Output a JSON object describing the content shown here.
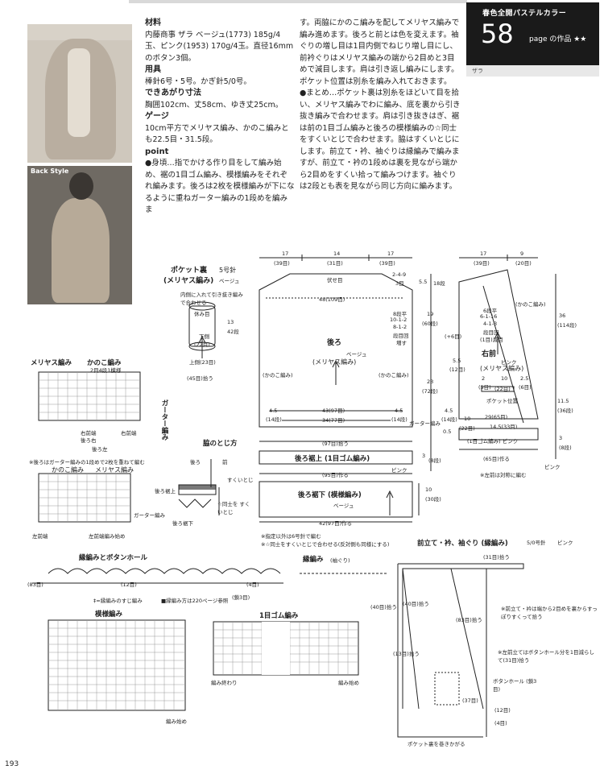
{
  "header": {
    "series": "春色全開パステルカラー",
    "page_number": "58",
    "page_suffix": "page の作品 ★★",
    "yarn_tag": "ザラ"
  },
  "photos": {
    "back_label": "Back Style"
  },
  "instructions": {
    "materials_heading": "材料",
    "materials_text": "内藤商事 ザラ ベージュ(1773) 185g/4玉、ピンク(1953) 170g/4玉。直径16mmのボタン3個。",
    "tools_heading": "用具",
    "tools_text": "棒針6号・5号。かぎ針5/0号。",
    "size_heading": "できあがり寸法",
    "size_text": "胸囲102cm、丈58cm、ゆき丈25cm。",
    "gauge_heading": "ゲージ",
    "gauge_text": "10cm平方でメリヤス編み、かのこ編みとも22.5目・31.5段。",
    "point_heading": "point",
    "point_body": "●身頃…指でかける作り目をして編み始め、裾の1目ゴム編み、模様編みをそれぞれ編みます。後ろは2枚を模様編みが下になるように重ねガーター編みの1段めを編みま",
    "col2_text": "す。両脇にかのこ編みを配してメリヤス編みで編み進めます。後ろと前とは色を変えます。袖ぐりの増し目は1目内側でねじり増し目にし、前衿ぐりはメリヤス編みの端から2目めと3目めで減目します。肩は引き返し編みにします。ポケット位置は別糸を編み入れておきます。",
    "col2_text2": "●まとめ…ポケット裏は別糸をほどいて目を拾い、メリヤス編みでわに編み、底を裏から引き抜き編みで合わせます。肩は引き抜きはぎ、裾は前の1目ゴム編みと後ろの模様編みの☆同士をすくいとじで合わせます。脇はすくいとじにします。前立て・衿、袖ぐりは縁編みで編みますが、前立て・衿の1段めは裏を見ながら端から2目めをすくい拾って編みつけます。袖ぐりは2段とも表を見ながら同じ方向に編みます。"
  },
  "diagrams": {
    "pocket_title": "ポケット裏",
    "pocket_subtitle": "(メリヤス編み)",
    "pocket_needle": "5号針",
    "pocket_color": "ベージュ",
    "pocket_note": "内側に入れて引き抜き編みで合わせる",
    "pocket_rest": "休み目",
    "pocket_bottom": "下側",
    "pocket_bottom_rows": "(22目)",
    "pocket_top": "上側(23目)",
    "pocket_pick": "(45目)拾う",
    "pocket_h1": "13",
    "pocket_h2": "42段",
    "back_title": "後ろ",
    "back_color": "ベージュ",
    "back_stitch": "(メリヤス編み)",
    "back_top_note": "伏せ目",
    "back_w1": "17",
    "back_w1s": "(39目)",
    "back_w2": "14",
    "back_w2s": "(31目)",
    "back_w3": "17",
    "back_w3s": "(39目)",
    "back_shoulder": "2-4-9",
    "back_shoulder2": "3目",
    "back_row48": "48(109目)",
    "back_row43": "43(97目)",
    "back_row34": "34(77目)",
    "back_inc": "8段平",
    "back_inc2": "10-1-2",
    "back_inc3": "8-1-2",
    "back_inc4": "段目回",
    "back_inc5": "増す",
    "back_h55": "5.5",
    "back_h18": "18段",
    "back_h19": "19",
    "back_h60": "(60段)",
    "back_h23": "23",
    "back_h72": "(72段)",
    "back_h45a": "4.5",
    "back_h14a": "(14段)",
    "back_h45b": "4.5",
    "back_h14b": "(14段)",
    "back_kanoko": "(かのこ編み)",
    "back_pick97": "(97目)拾う",
    "back_hem_top": "後ろ裾上 (1目ゴム編み)",
    "back_hem_top_color": "ピンク",
    "back_pick95": "(95目)作る",
    "back_hem_bottom": "後ろ裾下 (模様編み)",
    "back_hem_bottom_color": "ベージュ",
    "back_pick42": "42(97目)作る",
    "back_garter": "ガーター編み",
    "back_h3": "3",
    "back_h8": "(8段)",
    "back_h10": "10",
    "back_h30": "(30段)",
    "note1": "※指定以外は6号針で編む",
    "note2": "※☆同士をすくいとじで合わせる(反対側も同様にする)",
    "front_w1": "17",
    "front_w1s": "(39目)",
    "front_w2": "9",
    "front_w2s": "(20目)",
    "front_title": "右前",
    "front_color": "ピンク",
    "front_stitch": "(メリヤス編み)",
    "front_dec": "6段平",
    "front_dec2": "6-1-16",
    "front_dec3": "4-1-3",
    "front_dec4": "段目回",
    "front_dec5": "(1目)減目",
    "front_kanoko": "(かのこ編み)",
    "front_pocket": "ポケット位置",
    "front_short": "(+6目)",
    "front_h36": "36",
    "front_h114": "(114段)",
    "front_h115": "11.5",
    "front_h36s": "(36段)",
    "front_r2": "2",
    "front_r5": "(5目)",
    "front_r10": "10",
    "front_r22": "(22目)",
    "front_r25": "2.5",
    "front_r6": "(6目)",
    "front_r29": "29(65目)",
    "front_r145": "14.5(33目)",
    "front_r10b": "10",
    "front_r22b": "(22目)",
    "front_h55": "5.5",
    "front_h12": "(12目)",
    "front_h45": "4.5",
    "front_h14": "(14段)",
    "front_h05": "0.5",
    "front_hem": "(1目ゴム編み) ピンク",
    "front_pick65": "(65目)作る",
    "front_h3": "3",
    "front_h8": "(8段)",
    "front_left_note": "※左前は対称に編む",
    "front_pink": "ピンク",
    "chart1_title1": "メリヤス編み",
    "chart1_title2": "かのこ編み",
    "chart1_repeat": "2目4段1模様",
    "chart1_garter": "ガーター編み",
    "chart1_right_end": "右前端",
    "chart1_back_right": "後ろ右",
    "chart1_back_left": "後ろ左",
    "chart1_right_front": "右前端",
    "chart1_note": "※後ろはガーター編みの1段めで2枚を重ねて編む",
    "chart1b_title1": "かのこ編み",
    "chart1b_title2": "メリヤス編み",
    "chart1b_garter": "ガーター編み",
    "chart1b_left": "左前端",
    "chart1b_start": "左前端編み始め",
    "side_title": "脇のとじ方",
    "side_back": "後ろ",
    "side_front": "前",
    "side_sukui": "すくいとじ",
    "side_hem_top": "後ろ裾上",
    "side_hem_bottom": "後ろ裾下",
    "side_star": "☆同士を すくいとじ",
    "border_title": "縁編みとボタンホール",
    "border_83": "(83目)",
    "border_12": "(12目)",
    "border_4": "(4目)",
    "border_note1": "‡=縁編みのすじ編み",
    "border_note2": "■縁編み方は220ページ参照",
    "border_btn": "(鎖3目)",
    "edge_title": "縁編み",
    "edge_sub": "(袖ぐり)",
    "pattern_title": "模様編み",
    "pattern_start": "編み始め",
    "rib_title": "1目ゴム編み",
    "rib_end": "編み終わり",
    "rib_start": "編み始め",
    "front_border_title": "前立て・衿、袖ぐり (縁編み)",
    "front_border_needle": "5/0号針",
    "front_border_color": "ピンク",
    "fb_31": "(31目)拾う",
    "fb_40a": "(40目)拾う",
    "fb_40b": "(40目)拾う",
    "fb_83": "(83目)拾う",
    "fb_13": "(13目)拾う",
    "fb_37": "(37目)",
    "fb_12": "(12目)",
    "fb_4": "(4目)",
    "fb_btn": "ボタンホール (鎖3目)",
    "fb_note1": "※前立て・衿は端から2目めを裏からすっぽりすくって拾う",
    "fb_note2": "※左前立てはボタンホール分を1目減らして(31目)拾う",
    "fb_pocket": "ポケット裏を巻きかがる",
    "page": "193"
  }
}
